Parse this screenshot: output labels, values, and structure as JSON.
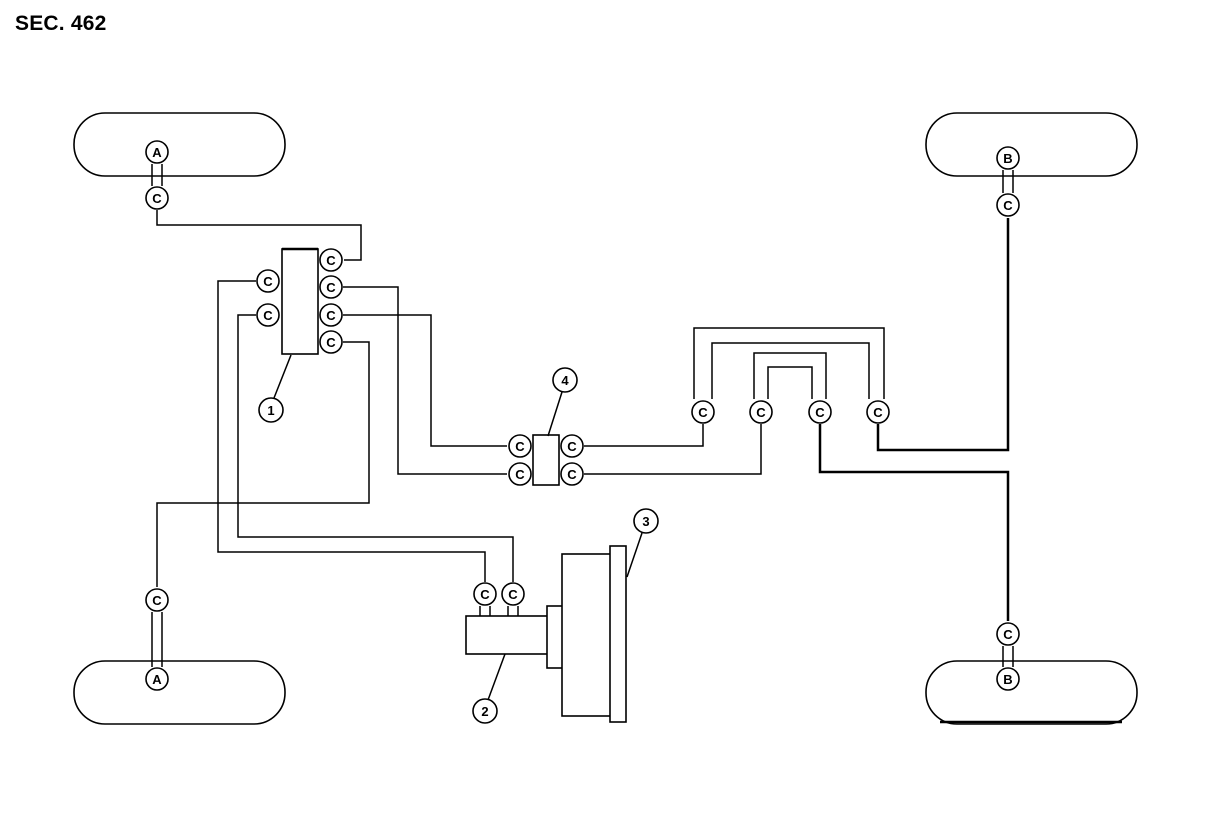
{
  "title": "SEC. 462",
  "labels": {
    "connector": "C",
    "front_left": "A",
    "front_right": "B",
    "unit1": "1",
    "unit2": "2",
    "unit3": "3",
    "unit4": "4"
  },
  "colors": {
    "line": "#000000",
    "background": "#ffffff"
  }
}
